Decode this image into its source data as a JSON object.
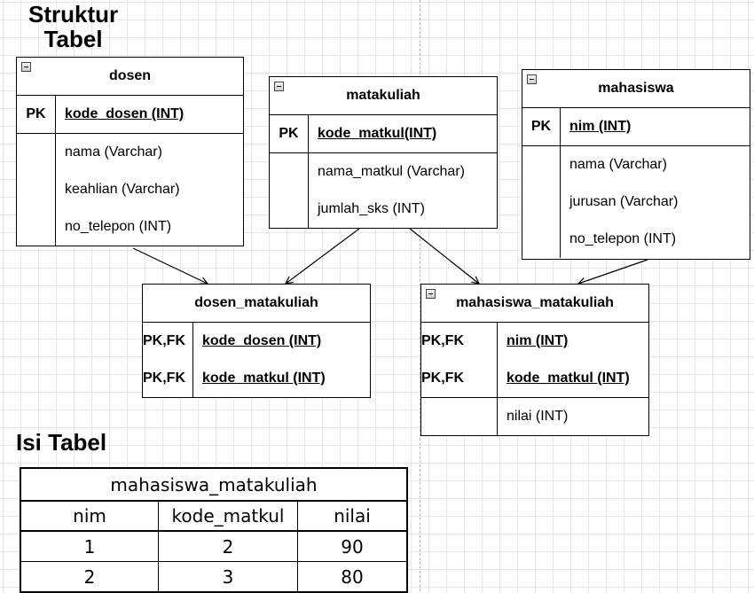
{
  "headings": {
    "struktur": "Struktur\nTabel",
    "isi": "Isi Tabel"
  },
  "entities": {
    "dosen": {
      "title": "dosen",
      "pk_label": "PK",
      "pk_field": "kode_dosen (INT)",
      "fields": [
        "nama (Varchar)",
        "keahlian (Varchar)",
        "no_telepon (INT)"
      ]
    },
    "matakuliah": {
      "title": "matakuliah",
      "pk_label": "PK",
      "pk_field": "kode_matkul(INT)",
      "fields": [
        "nama_matkul (Varchar)",
        "jumlah_sks (INT)"
      ]
    },
    "mahasiswa": {
      "title": "mahasiswa",
      "pk_label": "PK",
      "pk_field": "nim (INT)",
      "fields": [
        "nama (Varchar)",
        "jurusan (Varchar)",
        "no_telepon (INT)"
      ]
    },
    "dosen_matakuliah": {
      "title": "dosen_matakuliah",
      "keys": [
        "PK,FK",
        "PK,FK"
      ],
      "key_fields": [
        "kode_dosen (INT)",
        "kode_matkul (INT)"
      ]
    },
    "mahasiswa_matakuliah": {
      "title": "mahasiswa_matakuliah",
      "keys": [
        "PK,FK",
        "PK,FK"
      ],
      "key_fields": [
        "nim (INT)",
        "kode_matkul (INT)"
      ],
      "fields": [
        "nilai (INT)"
      ]
    }
  },
  "isi_table": {
    "title": "mahasiswa_matakuliah",
    "columns": [
      "nim",
      "kode_matkul",
      "nilai"
    ],
    "rows": [
      [
        "1",
        "2",
        "90"
      ],
      [
        "2",
        "3",
        "80"
      ]
    ]
  },
  "connector_color": "#000000",
  "grid_color": "#e6e6e6"
}
